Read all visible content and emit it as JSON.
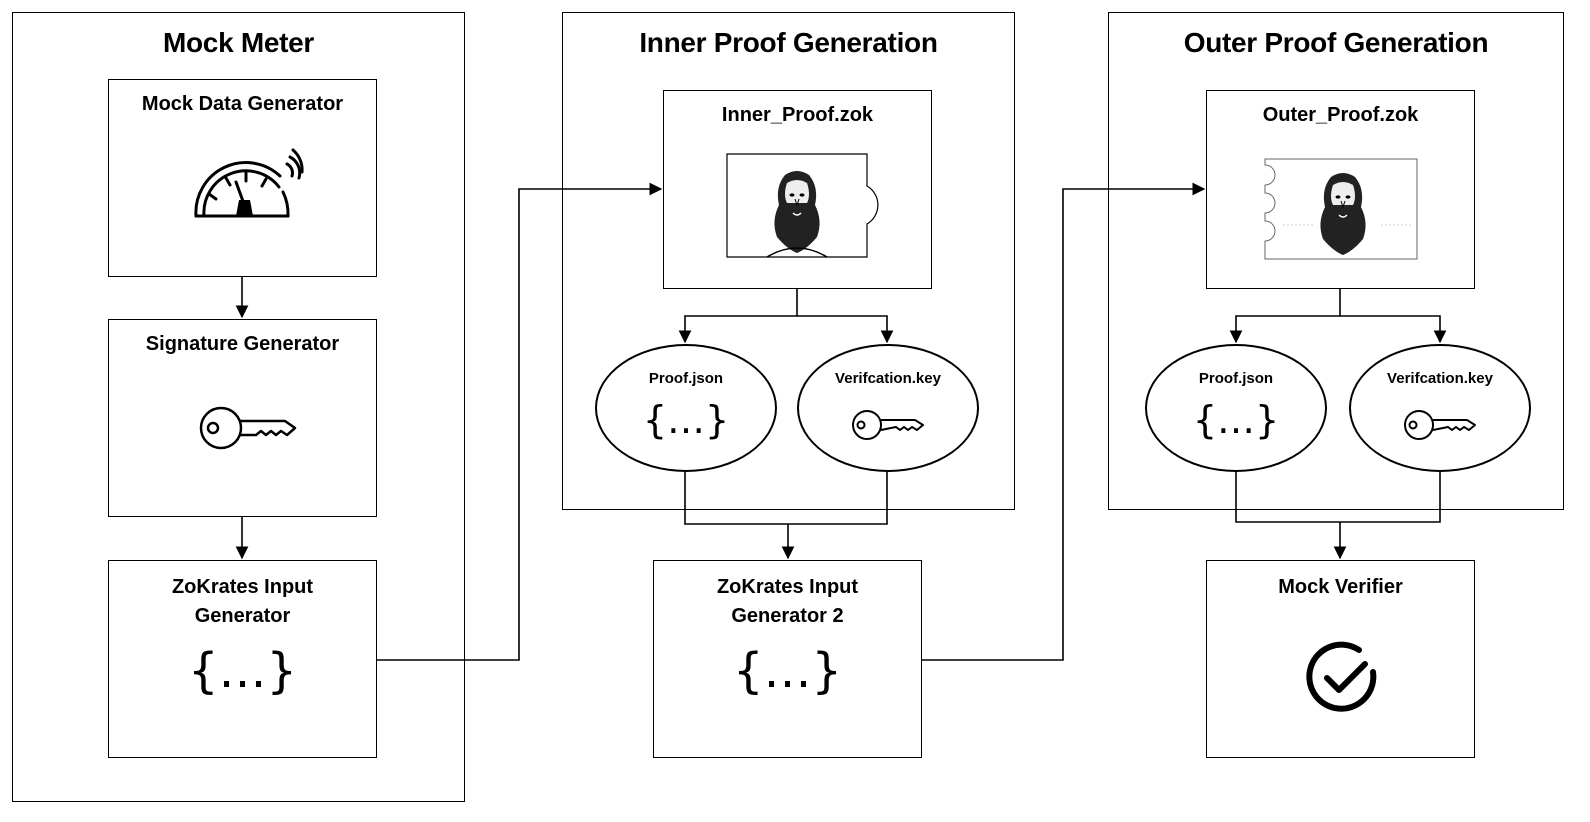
{
  "groups": {
    "mock_meter": "Mock Meter",
    "inner": "Inner Proof Generation",
    "outer": "Outer Proof Generation"
  },
  "boxes": {
    "mock_data_generator": "Mock Data Generator",
    "signature_generator": "Signature Generator",
    "zokrates_input_generator": [
      "ZoKrates Input",
      "Generator"
    ],
    "inner_proof_zok": "Inner_Proof.zok",
    "outer_proof_zok": "Outer_Proof.zok",
    "zokrates_input_generator_2": [
      "ZoKrates Input",
      "Generator 2"
    ],
    "mock_verifier": "Mock Verifier"
  },
  "ellipses": {
    "inner_proof_json": "Proof.json",
    "inner_verification_key": "Verifcation.key",
    "outer_proof_json": "Proof.json",
    "outer_verification_key": "Verifcation.key"
  },
  "glyphs": {
    "braces": "{…}"
  },
  "icons": [
    "speedometer-icon",
    "key-icon",
    "json-braces-icon",
    "puzzle-piece-icon",
    "socrates-portrait-icon",
    "checkmark-circle-icon"
  ]
}
